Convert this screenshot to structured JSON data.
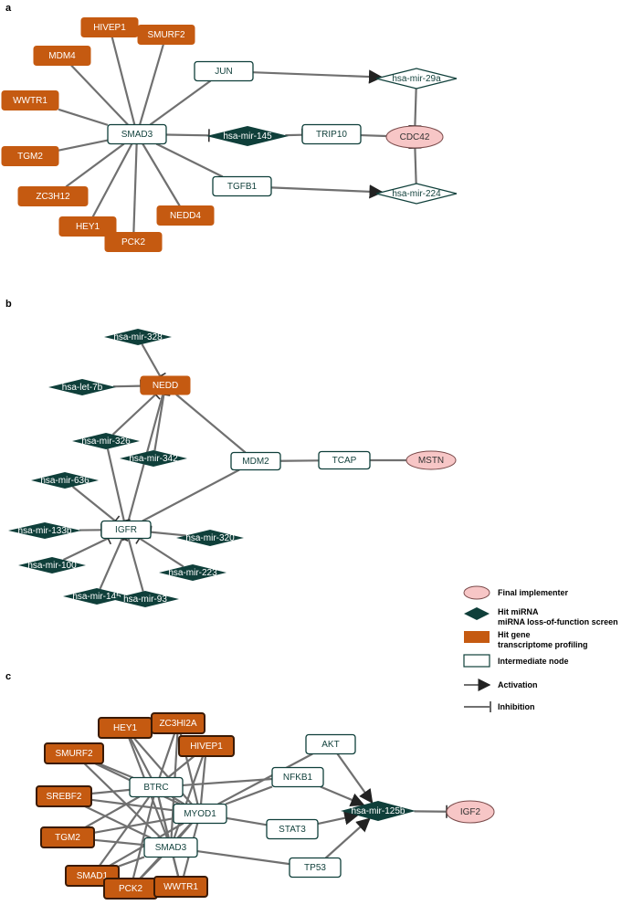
{
  "panels": [
    {
      "label": "a",
      "nodes": [
        {
          "id": "HIVEP1",
          "label": "HIVEP1",
          "type": "gene"
        },
        {
          "id": "SMURF2",
          "label": "SMURF2",
          "type": "gene"
        },
        {
          "id": "MDM4",
          "label": "MDM4",
          "type": "gene"
        },
        {
          "id": "WWTR1",
          "label": "WWTR1",
          "type": "gene"
        },
        {
          "id": "TGM2",
          "label": "TGM2",
          "type": "gene"
        },
        {
          "id": "ZC3H12",
          "label": "ZC3H12",
          "type": "gene"
        },
        {
          "id": "HEY1",
          "label": "HEY1",
          "type": "gene"
        },
        {
          "id": "PCK2",
          "label": "PCK2",
          "type": "gene"
        },
        {
          "id": "NEDD4",
          "label": "NEDD4",
          "type": "gene"
        },
        {
          "id": "SMAD3",
          "label": "SMAD3",
          "type": "intermediate"
        },
        {
          "id": "JUN",
          "label": "JUN",
          "type": "intermediate"
        },
        {
          "id": "TGFB1",
          "label": "TGFB1",
          "type": "intermediate"
        },
        {
          "id": "TRIP10",
          "label": "TRIP10",
          "type": "intermediate"
        },
        {
          "id": "mir145",
          "label": "hsa-mir-145",
          "type": "mirna"
        },
        {
          "id": "mir29a",
          "label": "hsa-mir-29a",
          "type": "mirna_outline"
        },
        {
          "id": "mir224",
          "label": "hsa-mir-224",
          "type": "mirna_outline"
        },
        {
          "id": "CDC42",
          "label": "CDC42",
          "type": "final"
        }
      ],
      "edges": [
        {
          "from": "SMAD3",
          "to": "HIVEP1",
          "kind": "line"
        },
        {
          "from": "SMAD3",
          "to": "SMURF2",
          "kind": "line"
        },
        {
          "from": "SMAD3",
          "to": "MDM4",
          "kind": "line"
        },
        {
          "from": "SMAD3",
          "to": "WWTR1",
          "kind": "line"
        },
        {
          "from": "SMAD3",
          "to": "TGM2",
          "kind": "line"
        },
        {
          "from": "SMAD3",
          "to": "ZC3H12",
          "kind": "line"
        },
        {
          "from": "SMAD3",
          "to": "HEY1",
          "kind": "line"
        },
        {
          "from": "SMAD3",
          "to": "PCK2",
          "kind": "line"
        },
        {
          "from": "SMAD3",
          "to": "NEDD4",
          "kind": "line"
        },
        {
          "from": "SMAD3",
          "to": "JUN",
          "kind": "line"
        },
        {
          "from": "SMAD3",
          "to": "TGFB1",
          "kind": "line"
        },
        {
          "from": "SMAD3",
          "to": "mir145",
          "kind": "inhibition"
        },
        {
          "from": "mir145",
          "to": "TRIP10",
          "kind": "inhibition"
        },
        {
          "from": "TRIP10",
          "to": "CDC42",
          "kind": "line"
        },
        {
          "from": "JUN",
          "to": "mir29a",
          "kind": "activation"
        },
        {
          "from": "TGFB1",
          "to": "mir224",
          "kind": "activation"
        },
        {
          "from": "mir29a",
          "to": "CDC42",
          "kind": "inhibition"
        },
        {
          "from": "mir224",
          "to": "CDC42",
          "kind": "inhibition"
        }
      ]
    },
    {
      "label": "b",
      "nodes": [
        {
          "id": "mir328",
          "label": "hsa-mir-328",
          "type": "mirna"
        },
        {
          "id": "let7b",
          "label": "hsa-let-7b",
          "type": "mirna"
        },
        {
          "id": "NEDD",
          "label": "NEDD",
          "type": "gene"
        },
        {
          "id": "mir326",
          "label": "hsa-mir-326",
          "type": "mirna"
        },
        {
          "id": "mir342",
          "label": "hsa-mir-342",
          "type": "mirna"
        },
        {
          "id": "mir636",
          "label": "hsa-mir-636",
          "type": "mirna"
        },
        {
          "id": "mir133b",
          "label": "hsa-mir-133b",
          "type": "mirna"
        },
        {
          "id": "mir100",
          "label": "hsa-mir-100",
          "type": "mirna"
        },
        {
          "id": "mir145b",
          "label": "hsa-mir-145",
          "type": "mirna"
        },
        {
          "id": "mir93",
          "label": "hsa-mir-93",
          "type": "mirna"
        },
        {
          "id": "mir223",
          "label": "hsa-mir-223",
          "type": "mirna"
        },
        {
          "id": "mir320",
          "label": "hsa-mir-320",
          "type": "mirna"
        },
        {
          "id": "IGFR",
          "label": "IGFR",
          "type": "intermediate"
        },
        {
          "id": "MDM2",
          "label": "MDM2",
          "type": "intermediate"
        },
        {
          "id": "TCAP",
          "label": "TCAP",
          "type": "intermediate"
        },
        {
          "id": "MSTN",
          "label": "MSTN",
          "type": "final"
        }
      ],
      "edges": [
        {
          "from": "mir328",
          "to": "NEDD",
          "kind": "inhibition"
        },
        {
          "from": "let7b",
          "to": "NEDD",
          "kind": "inhibition"
        },
        {
          "from": "mir326",
          "to": "NEDD",
          "kind": "inhibition"
        },
        {
          "from": "mir342",
          "to": "NEDD",
          "kind": "inhibition"
        },
        {
          "from": "IGFR",
          "to": "NEDD",
          "kind": "line"
        },
        {
          "from": "MDM2",
          "to": "NEDD",
          "kind": "line"
        },
        {
          "from": "MDM2",
          "to": "TCAP",
          "kind": "line"
        },
        {
          "from": "TCAP",
          "to": "MSTN",
          "kind": "line"
        },
        {
          "from": "IGFR",
          "to": "MDM2",
          "kind": "line"
        },
        {
          "from": "mir326",
          "to": "IGFR",
          "kind": "inhibition"
        },
        {
          "from": "mir636",
          "to": "IGFR",
          "kind": "inhibition"
        },
        {
          "from": "mir133b",
          "to": "IGFR",
          "kind": "inhibition"
        },
        {
          "from": "mir100",
          "to": "IGFR",
          "kind": "inhibition"
        },
        {
          "from": "mir145b",
          "to": "IGFR",
          "kind": "inhibition"
        },
        {
          "from": "mir93",
          "to": "IGFR",
          "kind": "inhibition"
        },
        {
          "from": "mir223",
          "to": "IGFR",
          "kind": "inhibition"
        },
        {
          "from": "mir320",
          "to": "IGFR",
          "kind": "inhibition"
        }
      ]
    },
    {
      "label": "c",
      "nodes": [
        {
          "id": "HEY1c",
          "label": "HEY1",
          "type": "gene_bold"
        },
        {
          "id": "ZC3HI2A",
          "label": "ZC3HI2A",
          "type": "gene_bold"
        },
        {
          "id": "SMURF2c",
          "label": "SMURF2",
          "type": "gene_bold"
        },
        {
          "id": "HIVEP1c",
          "label": "HIVEP1",
          "type": "gene_bold"
        },
        {
          "id": "SREBF2",
          "label": "SREBF2",
          "type": "gene_bold"
        },
        {
          "id": "TGM2c",
          "label": "TGM2",
          "type": "gene_bold"
        },
        {
          "id": "SMAD1",
          "label": "SMAD1",
          "type": "gene_bold"
        },
        {
          "id": "PCK2c",
          "label": "PCK2",
          "type": "gene_bold"
        },
        {
          "id": "WWTR1c",
          "label": "WWTR1",
          "type": "gene_bold"
        },
        {
          "id": "BTRC",
          "label": "BTRC",
          "type": "intermediate"
        },
        {
          "id": "MYOD1",
          "label": "MYOD1",
          "type": "intermediate"
        },
        {
          "id": "SMAD3c",
          "label": "SMAD3",
          "type": "intermediate"
        },
        {
          "id": "AKT",
          "label": "AKT",
          "type": "intermediate"
        },
        {
          "id": "NFKB1",
          "label": "NFKB1",
          "type": "intermediate"
        },
        {
          "id": "STAT3",
          "label": "STAT3",
          "type": "intermediate"
        },
        {
          "id": "TP53",
          "label": "TP53",
          "type": "intermediate"
        },
        {
          "id": "mir125b",
          "label": "hsa-mir-125b",
          "type": "mirna"
        },
        {
          "id": "IGF2",
          "label": "IGF2",
          "type": "final"
        }
      ],
      "edges": [
        {
          "from": "HEY1c",
          "to": "BTRC",
          "kind": "line"
        },
        {
          "from": "HEY1c",
          "to": "MYOD1",
          "kind": "line"
        },
        {
          "from": "HEY1c",
          "to": "SMAD3c",
          "kind": "line"
        },
        {
          "from": "ZC3HI2A",
          "to": "BTRC",
          "kind": "line"
        },
        {
          "from": "ZC3HI2A",
          "to": "MYOD1",
          "kind": "line"
        },
        {
          "from": "ZC3HI2A",
          "to": "SMAD3c",
          "kind": "line"
        },
        {
          "from": "SMURF2c",
          "to": "BTRC",
          "kind": "line"
        },
        {
          "from": "SMURF2c",
          "to": "MYOD1",
          "kind": "line"
        },
        {
          "from": "SMURF2c",
          "to": "SMAD3c",
          "kind": "line"
        },
        {
          "from": "HIVEP1c",
          "to": "BTRC",
          "kind": "line"
        },
        {
          "from": "HIVEP1c",
          "to": "MYOD1",
          "kind": "line"
        },
        {
          "from": "HIVEP1c",
          "to": "SMAD3c",
          "kind": "line"
        },
        {
          "from": "SREBF2",
          "to": "BTRC",
          "kind": "line"
        },
        {
          "from": "SREBF2",
          "to": "MYOD1",
          "kind": "line"
        },
        {
          "from": "SREBF2",
          "to": "SMAD3c",
          "kind": "line"
        },
        {
          "from": "TGM2c",
          "to": "BTRC",
          "kind": "line"
        },
        {
          "from": "TGM2c",
          "to": "MYOD1",
          "kind": "line"
        },
        {
          "from": "TGM2c",
          "to": "SMAD3c",
          "kind": "line"
        },
        {
          "from": "SMAD1",
          "to": "BTRC",
          "kind": "line"
        },
        {
          "from": "SMAD1",
          "to": "MYOD1",
          "kind": "line"
        },
        {
          "from": "SMAD1",
          "to": "SMAD3c",
          "kind": "line"
        },
        {
          "from": "PCK2c",
          "to": "BTRC",
          "kind": "line"
        },
        {
          "from": "PCK2c",
          "to": "MYOD1",
          "kind": "line"
        },
        {
          "from": "PCK2c",
          "to": "SMAD3c",
          "kind": "line"
        },
        {
          "from": "WWTR1c",
          "to": "BTRC",
          "kind": "line"
        },
        {
          "from": "WWTR1c",
          "to": "MYOD1",
          "kind": "line"
        },
        {
          "from": "WWTR1c",
          "to": "SMAD3c",
          "kind": "line"
        },
        {
          "from": "BTRC",
          "to": "MYOD1",
          "kind": "line"
        },
        {
          "from": "BTRC",
          "to": "SMAD3c",
          "kind": "line"
        },
        {
          "from": "MYOD1",
          "to": "SMAD3c",
          "kind": "line"
        },
        {
          "from": "BTRC",
          "to": "NFKB1",
          "kind": "line"
        },
        {
          "from": "MYOD1",
          "to": "NFKB1",
          "kind": "line"
        },
        {
          "from": "MYOD1",
          "to": "AKT",
          "kind": "line"
        },
        {
          "from": "MYOD1",
          "to": "STAT3",
          "kind": "line"
        },
        {
          "from": "SMAD3c",
          "to": "TP53",
          "kind": "line"
        },
        {
          "from": "NFKB1",
          "to": "mir125b",
          "kind": "activation"
        },
        {
          "from": "AKT",
          "to": "mir125b",
          "kind": "activation"
        },
        {
          "from": "STAT3",
          "to": "mir125b",
          "kind": "activation"
        },
        {
          "from": "TP53",
          "to": "mir125b",
          "kind": "activation"
        },
        {
          "from": "mir125b",
          "to": "IGF2",
          "kind": "inhibition"
        }
      ]
    }
  ],
  "legend": {
    "items": [
      {
        "type": "final",
        "lines": [
          "Final implementer"
        ]
      },
      {
        "type": "mirna",
        "lines": [
          "Hit miRNA",
          "miRNA loss-of-function screen"
        ]
      },
      {
        "type": "gene",
        "lines": [
          "Hit gene",
          "transcriptome profiling"
        ]
      },
      {
        "type": "intermediate",
        "lines": [
          "Intermediate node"
        ]
      },
      {
        "type": "activation",
        "lines": [
          "Activation"
        ]
      },
      {
        "type": "inhibition",
        "lines": [
          "Inhibition"
        ]
      }
    ]
  },
  "colors": {
    "gene": "#c55a11",
    "gene_border": "#5a2a0a",
    "gene_text": "#ffffff",
    "mirna": "#0f3f3a",
    "mirna_text": "#ffffff",
    "intermediate_fill": "#ffffff",
    "intermediate_border": "#0f3f3a",
    "intermediate_text": "#0f3f3a",
    "final_fill": "#f7c6c6",
    "final_border": "#7a4a4a",
    "final_text": "#333333",
    "edge": "#707070"
  }
}
